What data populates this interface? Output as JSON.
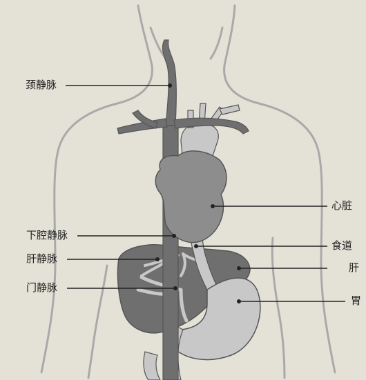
{
  "colors": {
    "background": "#e4e2d6",
    "body_outline": "#a9a9a9",
    "dark_organ": "#6f6f6f",
    "mid_organ": "#8d8d8d",
    "light_organ": "#c8c8c8",
    "leader_line": "#222222",
    "label_text": "#222222"
  },
  "labels": {
    "jugular_vein": "颈静脉",
    "heart": "心脏",
    "inferior_vena_cava": "下腔静脉",
    "esophagus": "食道",
    "hepatic_vein": "肝静脉",
    "liver": "肝",
    "portal_vein": "门静脉",
    "stomach": "胃"
  }
}
